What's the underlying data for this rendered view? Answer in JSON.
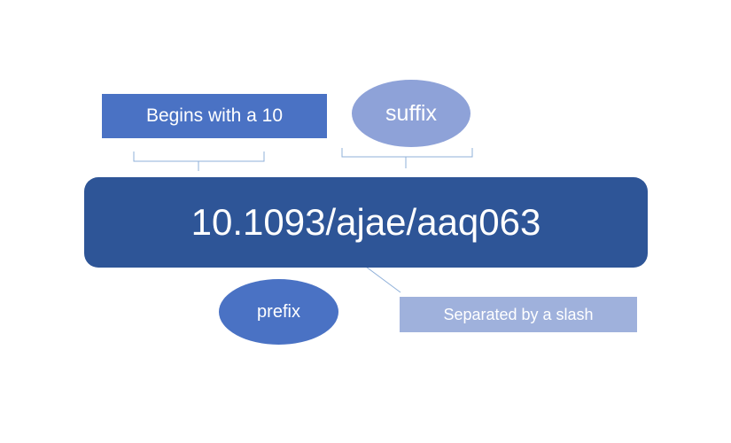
{
  "diagram": {
    "doi": {
      "text": "10.1093/ajae/aaq063",
      "color": "#2e5597"
    },
    "begins_label": {
      "text": "Begins with a 10",
      "color": "#4a72c4"
    },
    "suffix_label": {
      "text": "suffix",
      "color": "#8ea2d8"
    },
    "prefix_label": {
      "text": "prefix",
      "color": "#4a72c4"
    },
    "slash_label": {
      "text": "Separated by a slash",
      "color": "#9fb1dc"
    },
    "connector_color": "#8fb0d9"
  }
}
